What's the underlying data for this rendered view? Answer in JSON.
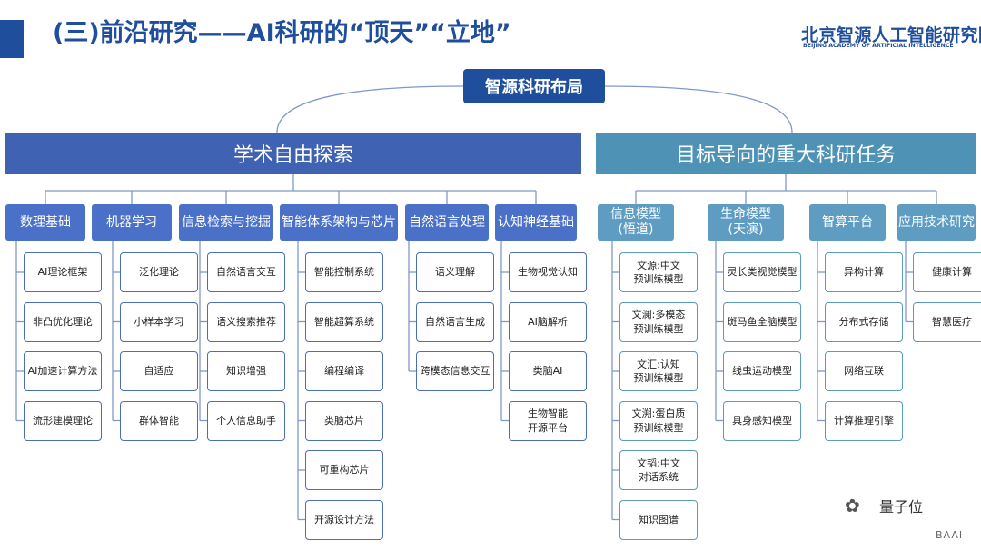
{
  "title": "(三)前沿研究——AI科研的“顶天”“立地”",
  "logo": {
    "cn": "北京智源人工智能研究院",
    "en": "BEIJING ACADEMY OF ARTIFICIAL INTELLIGENCE"
  },
  "root": "智源科研布局",
  "left_branch": {
    "label": "学术自由探索",
    "columns": [
      {
        "label": "数理基础",
        "items": [
          "AI理论框架",
          "非凸优化理论",
          "AI加速计算方法",
          "流形建模理论"
        ]
      },
      {
        "label": "机器学习",
        "items": [
          "泛化理论",
          "小样本学习",
          "自适应",
          "群体智能"
        ]
      },
      {
        "label": "信息检索与挖掘",
        "items": [
          "自然语言交互",
          "语义搜索推荐",
          "知识增强",
          "个人信息助手"
        ]
      },
      {
        "label": "智能体系架构与芯片",
        "items": [
          "智能控制系统",
          "智能超算系统",
          "编程编译",
          "类脑芯片",
          "可重构芯片",
          "开源设计方法"
        ]
      },
      {
        "label": "自然语言处理",
        "items": [
          "语义理解",
          "自然语言生成",
          "跨模态信息交互"
        ]
      },
      {
        "label": "认知神经基础",
        "items": [
          "生物视觉认知",
          "AI脑解析",
          "类脑AI",
          "生物智能\n开源平台"
        ]
      }
    ]
  },
  "right_branch": {
    "label": "目标导向的重大科研任务",
    "columns": [
      {
        "label": "信息模型\n(悟道)",
        "items": [
          "文源:中文\n预训练模型",
          "文澜:多模态\n预训练模型",
          "文汇:认知\n预训练模型",
          "文溯:蛋白质\n预训练模型",
          "文韬:中文\n对话系统",
          "知识图谱"
        ]
      },
      {
        "label": "生命模型\n(天演)",
        "items": [
          "灵长类视觉模型",
          "斑马鱼全脑模型",
          "线虫运动模型",
          "具身感知模型"
        ]
      },
      {
        "label": "智算平台",
        "items": [
          "异构计算",
          "分布式存储",
          "网络互联",
          "计算推理引擎"
        ]
      },
      {
        "label": "应用技术研究",
        "items": [
          "健康计算",
          "智慧医疗"
        ]
      }
    ]
  },
  "watermark": {
    "text": "量子位",
    "badge": "BAAI"
  },
  "colors": {
    "title": "#1f4e9c",
    "root": "#1f4e9c",
    "left_main": "#3f62b2",
    "right_main": "#4e93b6",
    "left_cat": "#4a71c7",
    "right_cat": "#5e9cc2",
    "line": "#7f98c8"
  }
}
